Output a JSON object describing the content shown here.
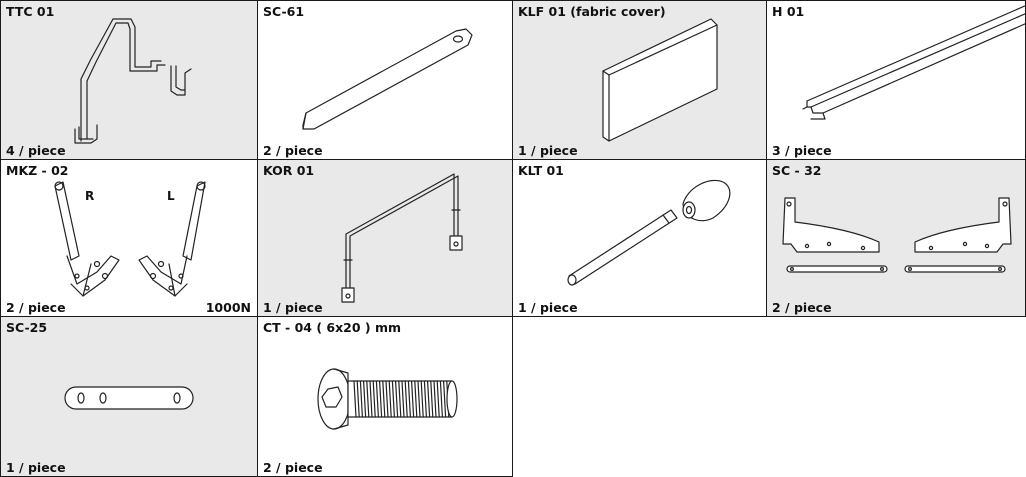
{
  "parts": [
    {
      "code": "TTC 01",
      "qty": "4 / piece",
      "icon": "hanger-bracket-icon"
    },
    {
      "code": "SC-61",
      "qty": "2 / piece",
      "icon": "flat-bar-icon"
    },
    {
      "code": "KLF 01 (fabric cover)",
      "qty": "1 / piece",
      "icon": "fabric-panel-icon"
    },
    {
      "code": "H 01",
      "qty": "3 / piece",
      "icon": "rail-profile-icon"
    },
    {
      "code": "MKZ - 02",
      "qty": "2 / piece",
      "note": "1000N",
      "label_r": "R",
      "label_l": "L",
      "icon": "gas-piston-mechanism-icon"
    },
    {
      "code": "KOR 01",
      "qty": "1 / piece",
      "icon": "frame-bar-icon"
    },
    {
      "code": "KLT 01",
      "qty": "1 / piece",
      "icon": "handle-rod-icon"
    },
    {
      "code": "SC - 32",
      "qty": "2 / piece",
      "icon": "bracket-plates-icon"
    },
    {
      "code": "SC-25",
      "qty": "1 / piece",
      "icon": "slotted-link-icon"
    },
    {
      "code": "CT - 04 ( 6x20 ) mm",
      "qty": "2 / piece",
      "icon": "hex-screw-icon"
    }
  ]
}
